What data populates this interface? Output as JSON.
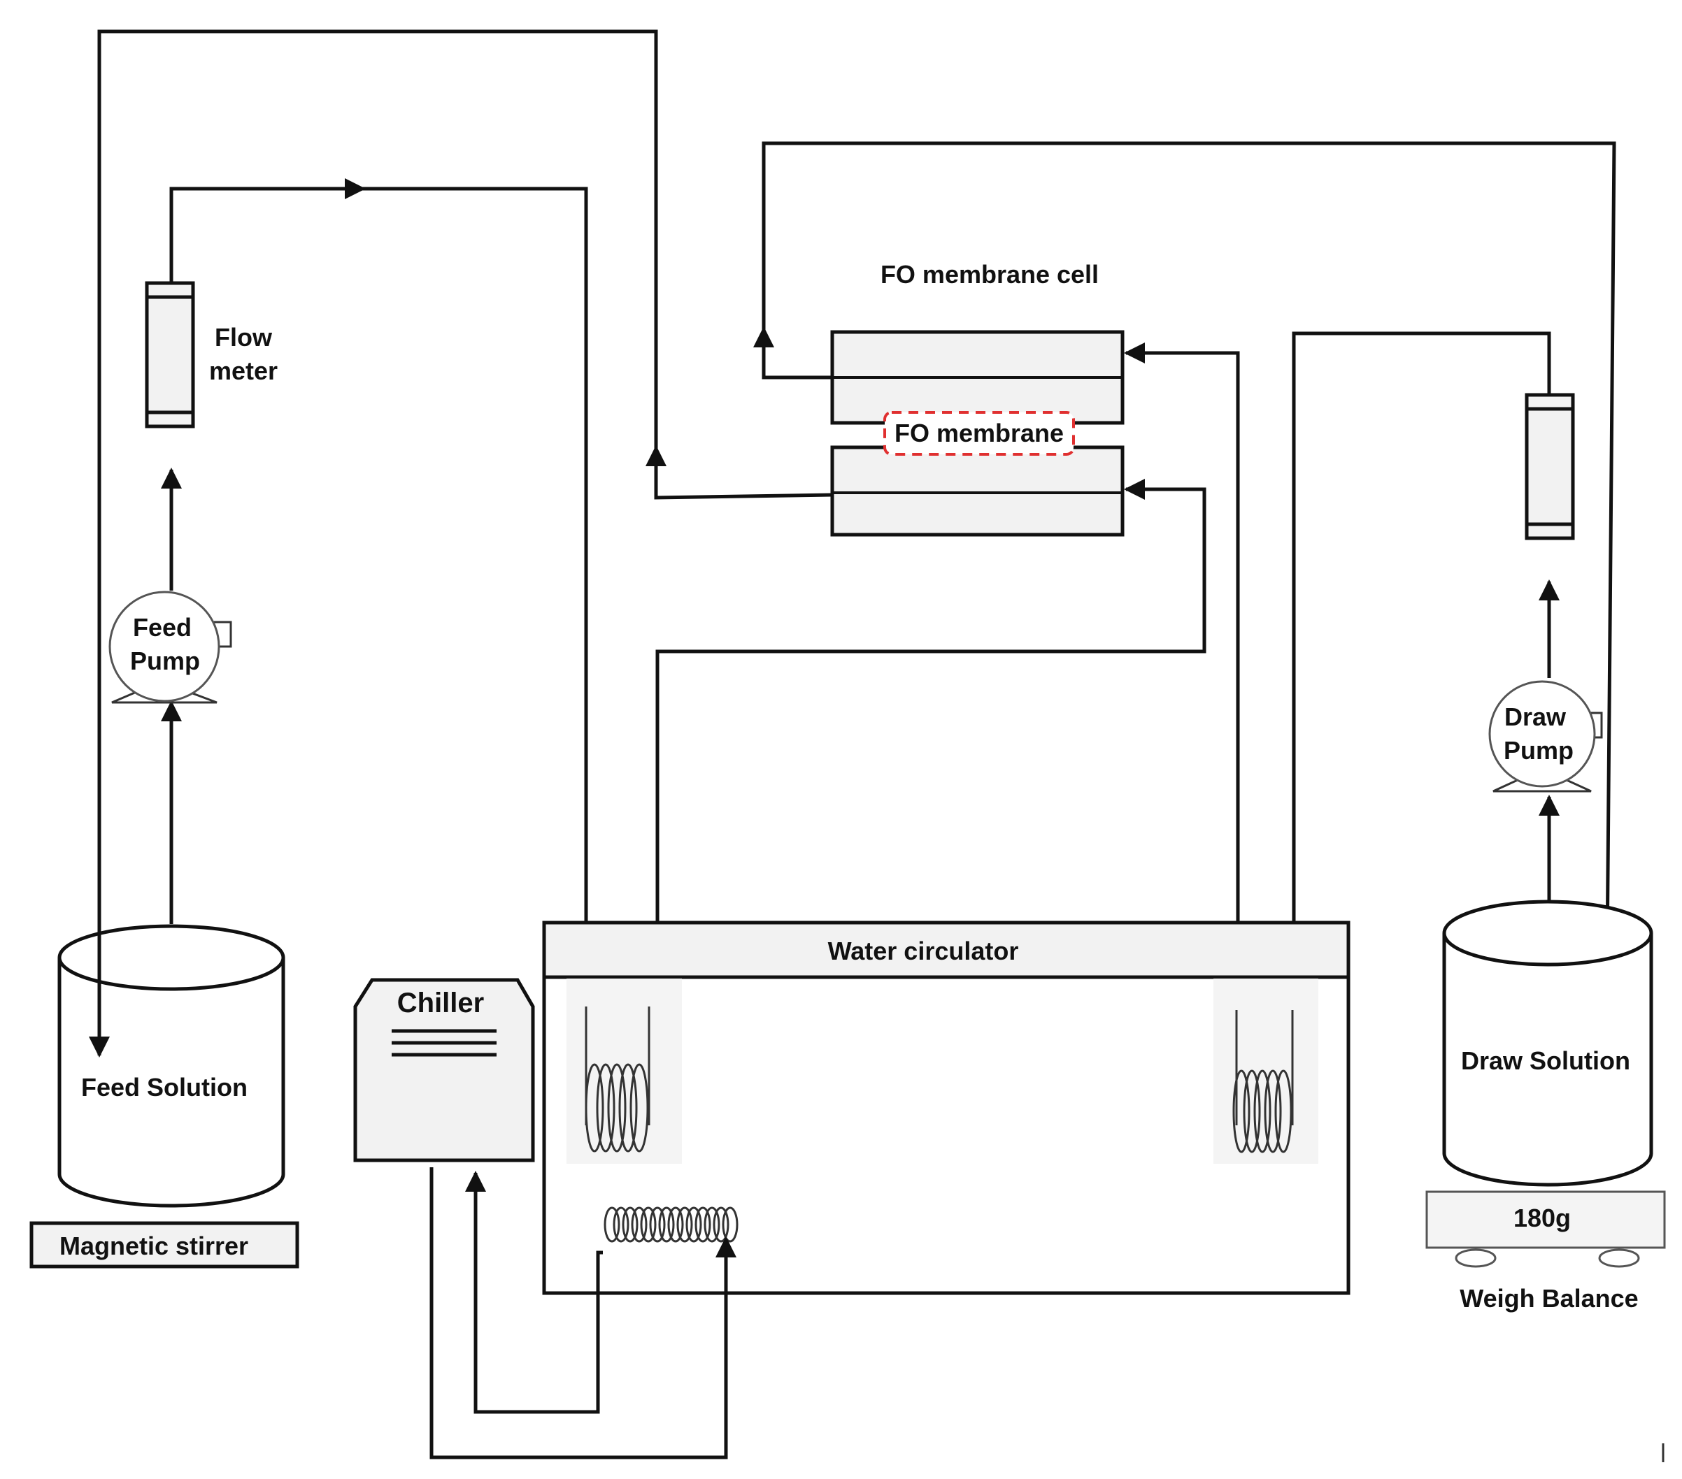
{
  "labels": {
    "flow_meter_line1": "Flow",
    "flow_meter_line2": "meter",
    "feed_pump_line1": "Feed",
    "feed_pump_line2": "Pump",
    "draw_pump_line1": "Draw",
    "draw_pump_line2": "Pump",
    "fo_membrane_cell": "FO membrane cell",
    "fo_membrane": "FO membrane",
    "water_circulator": "Water circulator",
    "chiller": "Chiller",
    "feed_solution": "Feed Solution",
    "magnetic_stirrer": "Magnetic stirrer",
    "draw_solution": "Draw Solution",
    "balance_reading": "180g",
    "weigh_balance": "Weigh Balance"
  },
  "colors": {
    "line": "#111111",
    "membrane_dash": "#e03030",
    "fill_gray": "#f2f2f2"
  }
}
